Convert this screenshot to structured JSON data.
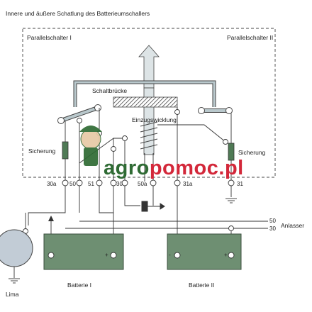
{
  "title": "Innere und äußere Schatlung des Batterieumschallers",
  "labels": {
    "parallel_left": "Parallelschalter I",
    "parallel_right": "Parallelschalter II",
    "schaltbruecke": "Schaltbrücke",
    "einzugswicklung": "Einzugswicklung",
    "sicherung_left": "Sicherung",
    "sicherung_right": "Sicherung",
    "anlasser": "Anlasser",
    "batterie_1": "Batterie I",
    "batterie_2": "Batterie II",
    "lima": "Lima"
  },
  "terminals": {
    "t30a_left": "30a",
    "t50_left": "50",
    "t51": "51",
    "t30_mid": "30",
    "t50a": "50a",
    "t31a": "31a",
    "t31": "31",
    "line_50": "50",
    "line_30": "30"
  },
  "battery_signs": {
    "b1_minus": "-",
    "b1_plus": "+",
    "b2_minus": "-",
    "b2_plus": "+"
  },
  "watermark": {
    "text_dark": "agro",
    "text_red": "pomoc.pl",
    "dark_color": "#2f6b34",
    "red_color": "#d3283a"
  },
  "colors": {
    "line": "#333333",
    "battery_fill": "#6e8f72",
    "battery_stroke": "#3a4d3c",
    "alternator_fill": "#c2ccd6",
    "hatch_fill": "#555555",
    "arrow_fill": "#dde4e6",
    "bridge_fill": "#b9c8cc",
    "fuse_fill": "#4f7a55"
  }
}
